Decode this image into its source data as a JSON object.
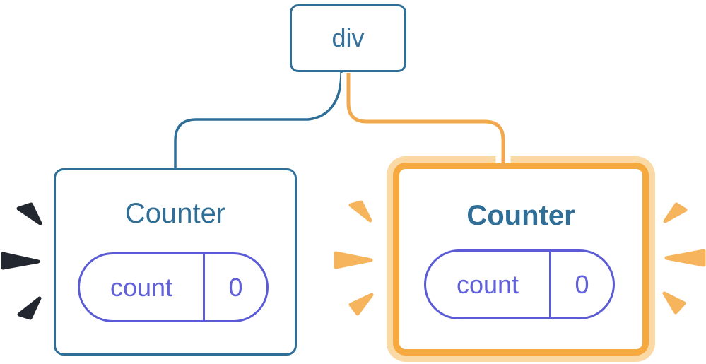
{
  "diagram": {
    "description": "React component tree re-render diagram",
    "root": {
      "label": "div"
    },
    "children": [
      {
        "label": "Counter",
        "state_key": "count",
        "state_value": "0",
        "highlighted": false
      },
      {
        "label": "Counter",
        "state_key": "count",
        "state_value": "0",
        "highlighted": true
      }
    ]
  },
  "colors": {
    "node_stroke_blue": "#2E6E97",
    "node_text_blue": "#35739E",
    "title_blue": "#2E6E97",
    "pill_purple_border": "#5B5BD6",
    "pill_purple_text": "#6161DB",
    "highlight_orange": "#F5A93F",
    "highlight_orange_light": "#FBD9A4",
    "connector_orange": "#F2A84E",
    "connector_casing": "#FFFFFF",
    "spark_dark": "#23272F",
    "spark_orange": "#F6B45C",
    "background": "#FFFFFF"
  }
}
